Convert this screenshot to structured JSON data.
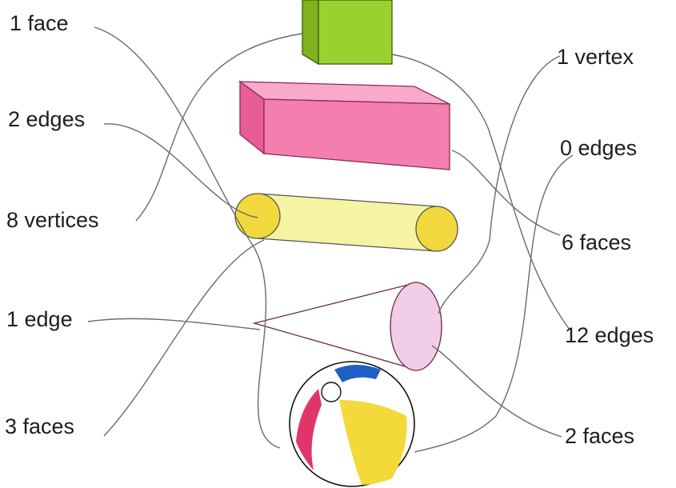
{
  "left_labels": [
    "1 face",
    "2 edges",
    "8 vertices",
    "1 edge",
    "3 faces"
  ],
  "right_labels": [
    "1 vertex",
    "0 edges",
    "6 faces",
    "12 edges",
    "2 faces"
  ],
  "shapes": [
    {
      "name": "cube",
      "color": "#9bd12f"
    },
    {
      "name": "cuboid",
      "color": "#f47fae"
    },
    {
      "name": "cylinder",
      "color": "#f3ef8a"
    },
    {
      "name": "cone",
      "color": "#f2cdea"
    },
    {
      "name": "sphere",
      "color": "#f4d93a"
    }
  ],
  "colors": {
    "line": "#6b6b6b",
    "ball_blue": "#1f5fc4",
    "ball_red": "#e0356b",
    "ball_yellow": "#f4d93a"
  }
}
